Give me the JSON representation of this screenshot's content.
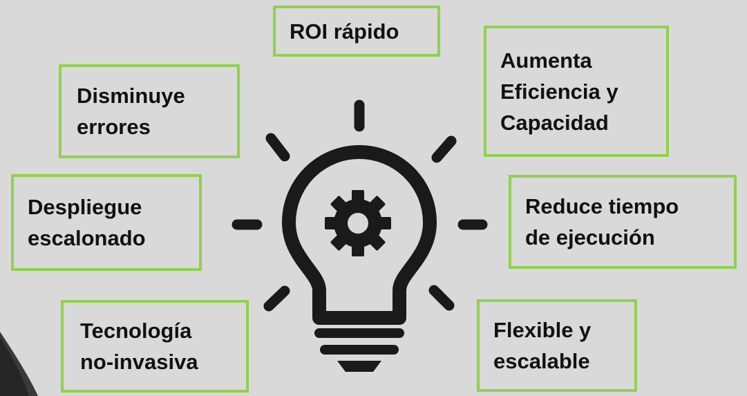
{
  "diagram": {
    "center_icon": "lightbulb-gear-icon",
    "border_color": "#92d050",
    "background_color": "#d9d9d9",
    "benefits": {
      "roi": [
        "ROI rápido"
      ],
      "efficiency": [
        "Aumenta",
        "Eficiencia y",
        "Capacidad"
      ],
      "errors": [
        "Disminuye",
        "errores"
      ],
      "deployment": [
        "Despliegue",
        "escalonado"
      ],
      "time": [
        "Reduce tiempo",
        "de ejecución"
      ],
      "technology": [
        "Tecnología",
        "no-invasiva"
      ],
      "flexible": [
        "Flexible y",
        "escalable"
      ]
    }
  }
}
